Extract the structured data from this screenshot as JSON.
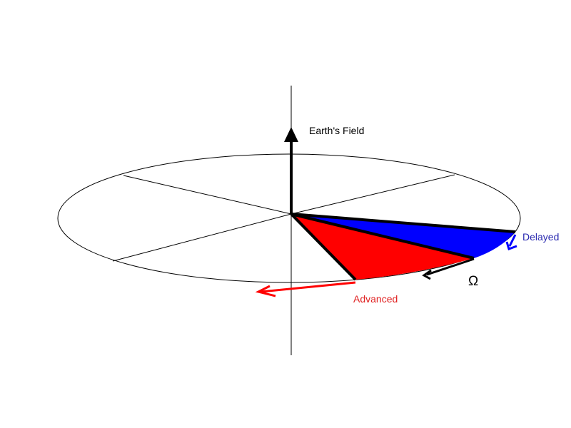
{
  "labels": {
    "field": "Earth's Field",
    "delayed": "Delayed",
    "advanced": "Advanced",
    "omega": "Ω"
  },
  "colors": {
    "delayed": "#0000ff",
    "advanced": "#ff0000",
    "vector": "#000000",
    "outline": "#000000",
    "delayed_text": "#2a2ab0",
    "advanced_text": "#e02020"
  }
}
